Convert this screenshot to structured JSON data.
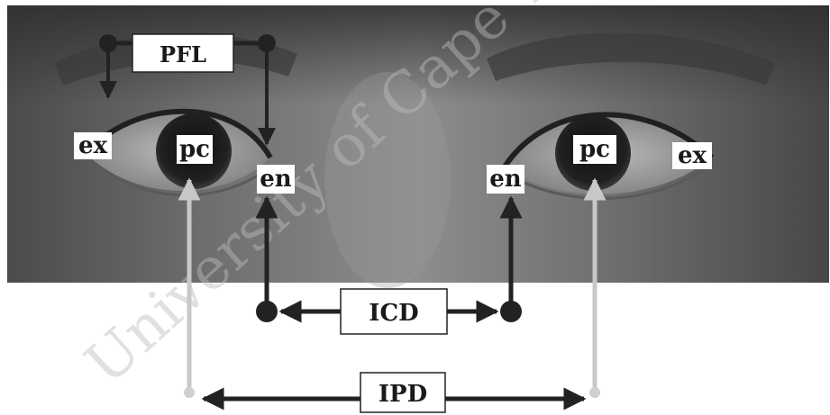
{
  "labels": {
    "pfl": "PFL",
    "ex_left": "ex",
    "pc_left": "pc",
    "en_left": "en",
    "en_right": "en",
    "pc_right": "pc",
    "ex_right": "ex",
    "icd": "ICD",
    "ipd": "IPD"
  },
  "watermark": "University of Cape Town",
  "colors": {
    "photo_dark": "#3a3a3a",
    "photo_mid": "#7a7a7a",
    "skin_light": "#a9a9a9",
    "pupil_arrow": "#c8c8c8",
    "canthus_arrow": "#222222",
    "label_bg": "#ffffff"
  }
}
